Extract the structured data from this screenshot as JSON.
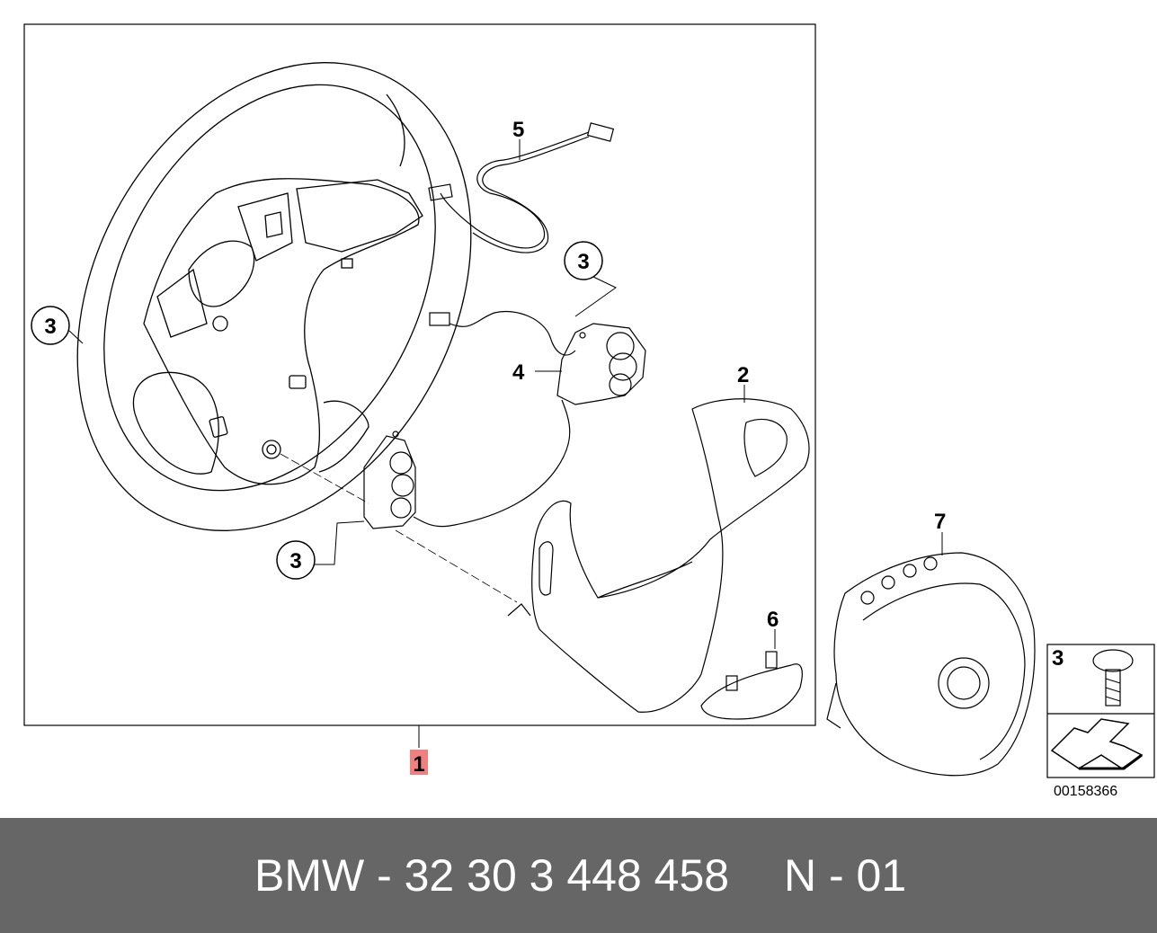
{
  "callouts": {
    "main_assembly": "1",
    "cover_trim": "2",
    "screw": "3",
    "right_switch": "4",
    "cable": "5",
    "lower_trim": "6",
    "airbag": "7"
  },
  "legend": {
    "screw_index": "3"
  },
  "diagram_ref": "00158366",
  "footer": {
    "part_number": "BMW - 32 30 3 448 458",
    "code": "N - 01"
  },
  "colors": {
    "line": "#000000",
    "highlight": "#f08080",
    "footer_bg": "#666666",
    "footer_text": "#ffffff"
  }
}
